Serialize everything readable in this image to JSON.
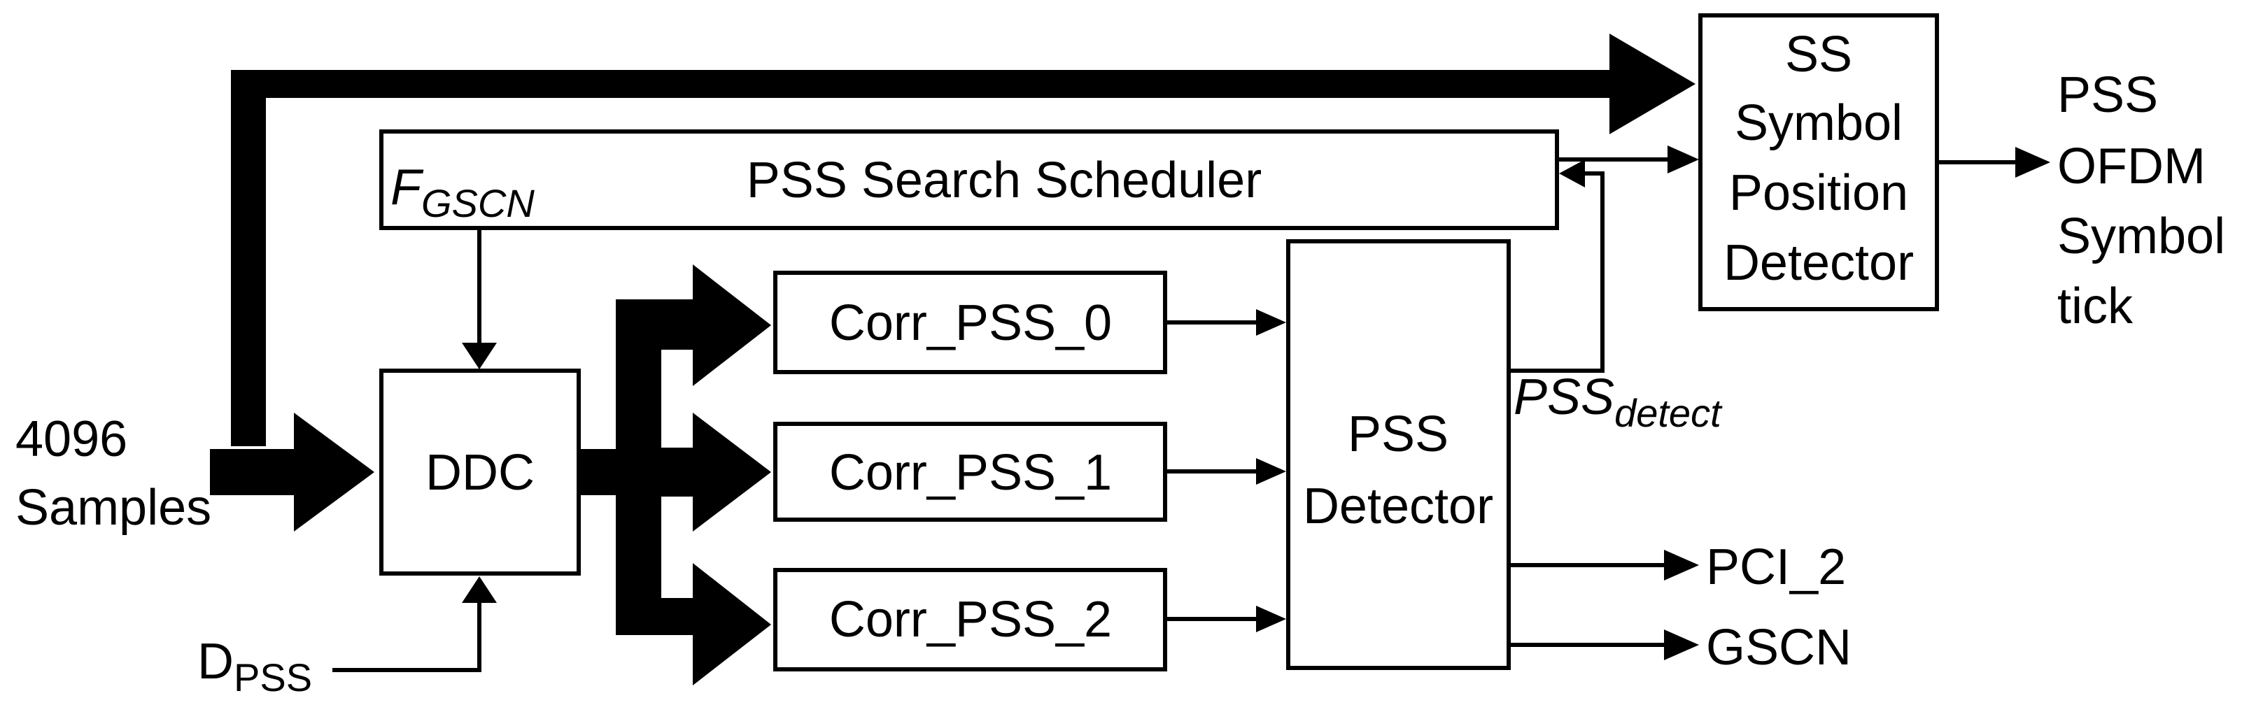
{
  "blocks": {
    "scheduler": "PSS Search Scheduler",
    "ddc": "DDC",
    "corr0": "Corr_PSS_0",
    "corr1": "Corr_PSS_1",
    "corr2": "Corr_PSS_2",
    "detector": [
      "PSS",
      "Detector"
    ],
    "ss_detector": [
      "SS",
      "Symbol",
      "Position",
      "Detector"
    ]
  },
  "signals": {
    "input": [
      "4096",
      "Samples"
    ],
    "f_gscn": {
      "main": "F",
      "sub": "GSCN"
    },
    "d_pss": {
      "main": "D",
      "sub": "PSS"
    },
    "pss_detect": {
      "main": "PSS",
      "sub": "detect"
    },
    "pci": "PCI_2",
    "gscn": "GSCN",
    "output": [
      "PSS",
      "OFDM",
      "Symbol",
      "tick"
    ]
  }
}
